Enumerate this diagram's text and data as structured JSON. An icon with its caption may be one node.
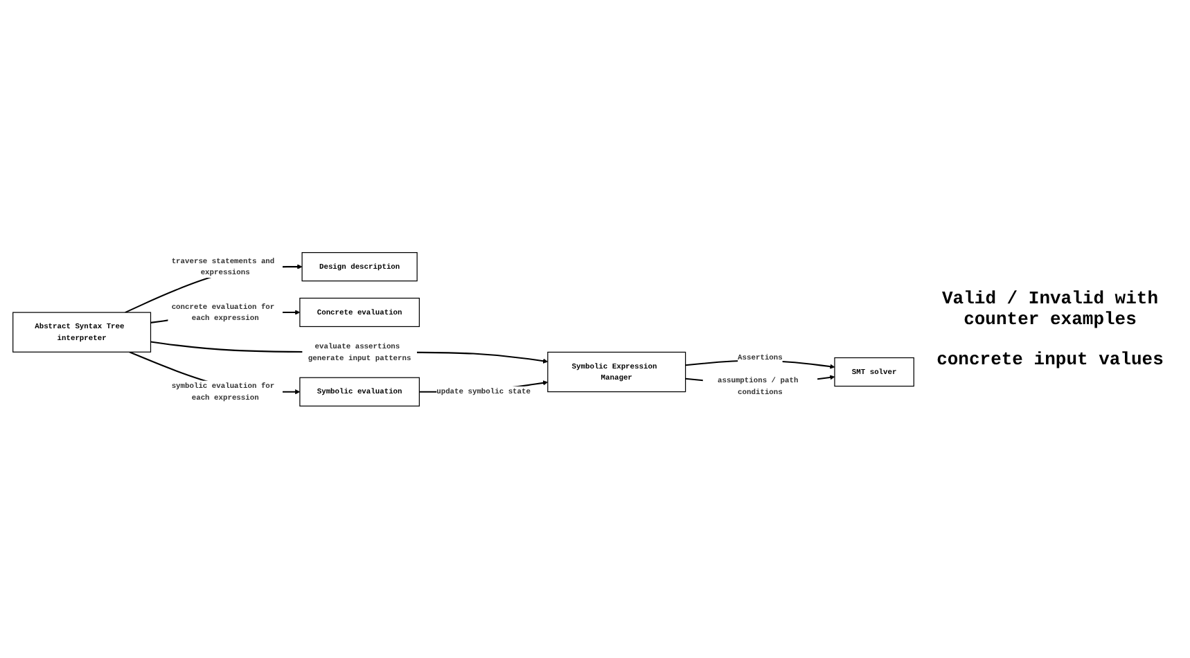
{
  "diagram": {
    "nodes": [
      {
        "text": [
          "Design description"
        ]
      },
      {
        "text": [
          "Abstract Syntax Tree interpreter"
        ]
      },
      {
        "text": [
          "Concrete evaluation"
        ]
      },
      {
        "text": [
          "Symbolic evaluation"
        ]
      },
      {
        "text": [
          "Symbolic Expression Manager"
        ]
      },
      {
        "text": [
          "SMT solver"
        ]
      }
    ],
    "edges": [
      {
        "from": 1,
        "to": 0,
        "arrow": "to",
        "label": "traverse statements and expressions"
      },
      {
        "from": 1,
        "to": 2,
        "arrow": "to",
        "label": "concrete evaluation for each expression"
      },
      {
        "from": 1,
        "to": 3,
        "arrow": "to",
        "label": "symbolic evaluation for each expression"
      },
      {
        "from": 1,
        "to": 4,
        "arrow": "to",
        "label": "evaluate assertions generate input patterns"
      },
      {
        "from": 3,
        "to": 4,
        "arrow": "to",
        "label": "update symbolic state"
      },
      {
        "from": 4,
        "to": 5,
        "arrow": "to",
        "label": "Assertions"
      },
      {
        "from": 4,
        "to": 5,
        "arrow": "to",
        "label": "assumptions / path conditions"
      }
    ],
    "labels": [
      "Valid / Invalid with counter examples",
      "concrete input values"
    ]
  }
}
